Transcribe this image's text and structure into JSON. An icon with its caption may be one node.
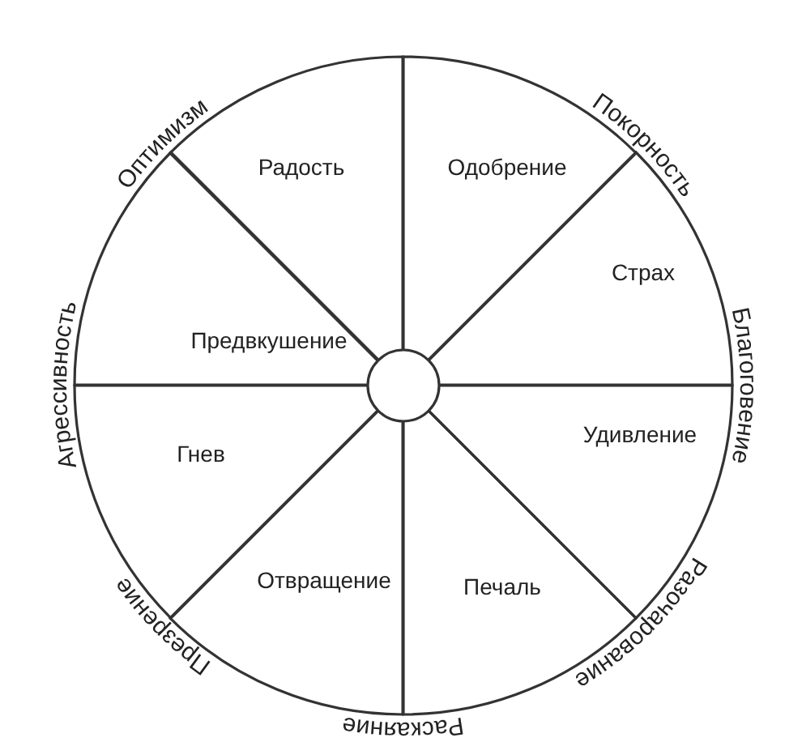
{
  "diagram": {
    "nodes": [
      {
        "text": [
          "Радость"
        ]
      },
      {
        "text": [
          "Одобрение"
        ]
      },
      {
        "text": [
          "Предвкушение"
        ]
      },
      {
        "text": [
          "Страх"
        ]
      },
      {
        "text": [
          "Гнев"
        ]
      },
      {
        "text": [
          "Удивление"
        ]
      },
      {
        "text": [
          "Отвращение"
        ]
      },
      {
        "text": [
          "Печаль"
        ]
      }
    ],
    "labels": [
      "Оптимизм",
      "Покорность",
      "Благоговение",
      "Агрессивность",
      "Разочарование",
      "Презрение",
      "Раскаяние"
    ]
  }
}
